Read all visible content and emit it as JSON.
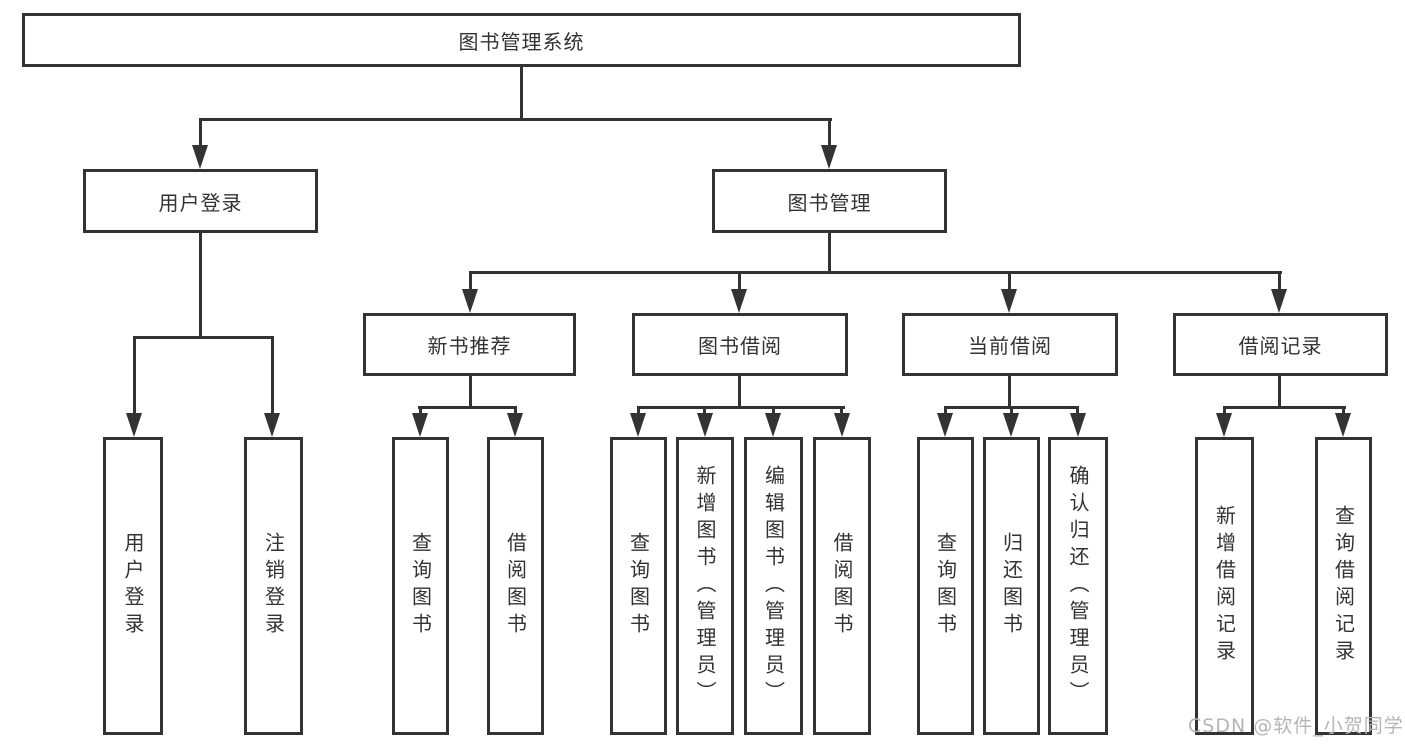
{
  "diagram": {
    "root": {
      "label": "图书管理系统"
    },
    "level2": [
      {
        "label": "用户登录"
      },
      {
        "label": "图书管理"
      }
    ],
    "level3": [
      {
        "label": "新书推荐"
      },
      {
        "label": "图书借阅"
      },
      {
        "label": "当前借阅"
      },
      {
        "label": "借阅记录"
      }
    ],
    "leaves": [
      {
        "label": "用户登录"
      },
      {
        "label": "注销登录"
      },
      {
        "label": "查询图书"
      },
      {
        "label": "借阅图书"
      },
      {
        "label": "查询图书"
      },
      {
        "label": "新增图书（管理员）"
      },
      {
        "label": "编辑图书（管理员）"
      },
      {
        "label": "借阅图书"
      },
      {
        "label": "查询图书"
      },
      {
        "label": "归还图书"
      },
      {
        "label": "确认归还（管理员）"
      },
      {
        "label": "新增借阅记录"
      },
      {
        "label": "查询借阅记录"
      }
    ]
  },
  "watermark": {
    "text": "CSDN @软件_小贺同学"
  },
  "colors": {
    "line": "#333333",
    "box_background": "#ffffff",
    "text": "#333333",
    "watermark": "#b5b5b5"
  }
}
